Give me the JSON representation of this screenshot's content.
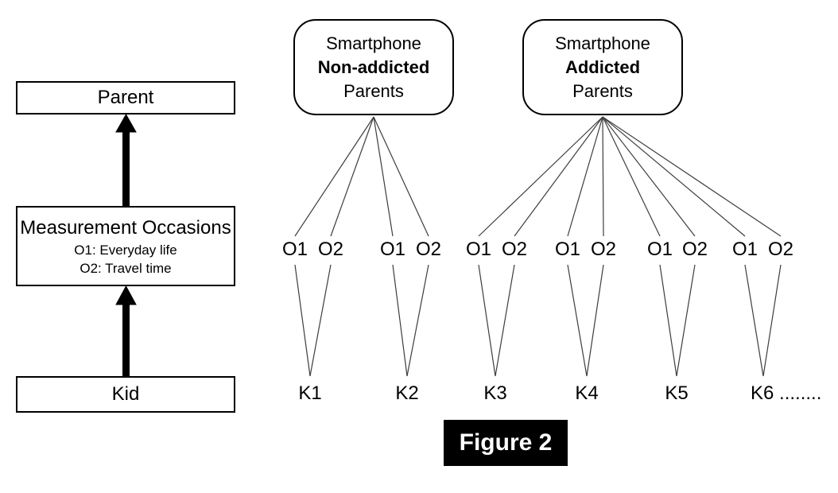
{
  "figure": {
    "caption": "Figure 2"
  },
  "colors": {
    "box_border": "#000000",
    "connector_line": "#3d3d3d",
    "caption_bg": "#000000",
    "caption_text": "#ffffff"
  },
  "left_column": {
    "parent_label": "Parent",
    "measurement": {
      "title": "Measurement Occasions",
      "items": [
        "O1: Everyday life",
        "O2: Travel time"
      ]
    },
    "kid_label": "Kid"
  },
  "diagram": {
    "groups": [
      {
        "box_lines": [
          "Smartphone",
          "Non-addicted",
          "Parents"
        ],
        "kids": [
          {
            "label": "K1",
            "occasions": [
              "O1",
              "O2"
            ]
          },
          {
            "label": "K2",
            "occasions": [
              "O1",
              "O2"
            ]
          }
        ]
      },
      {
        "box_lines": [
          "Smartphone",
          "Addicted",
          "Parents"
        ],
        "kids": [
          {
            "label": "K3",
            "occasions": [
              "O1",
              "O2"
            ]
          },
          {
            "label": "K4",
            "occasions": [
              "O1",
              "O2"
            ]
          },
          {
            "label": "K5",
            "occasions": [
              "O1",
              "O2"
            ]
          },
          {
            "label": "K6 ........",
            "occasions": [
              "O1",
              "O2"
            ]
          }
        ]
      }
    ]
  }
}
